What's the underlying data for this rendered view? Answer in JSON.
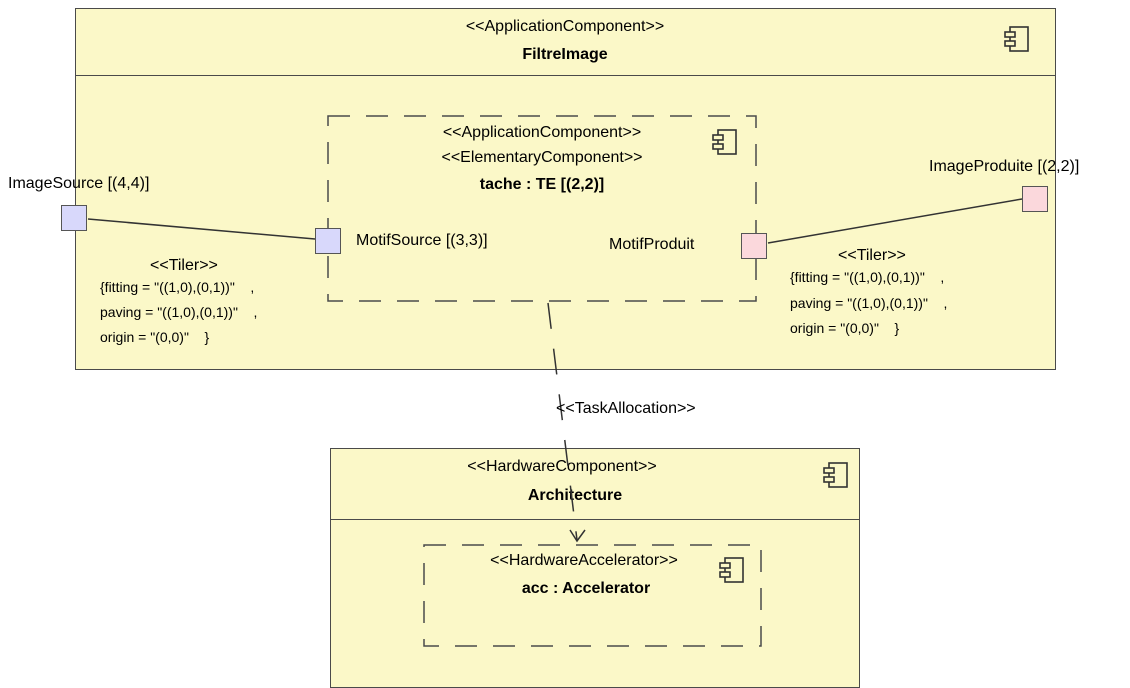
{
  "colors": {
    "component_fill": "#fbf8c8",
    "port_source": "#d8d8fb",
    "port_produced": "#fbd8dc",
    "stroke": "#4a4a4a"
  },
  "filtre": {
    "stereotype": "<<ApplicationComponent>>",
    "name": "FiltreImage",
    "icon": "component-icon"
  },
  "tache": {
    "stereotype1": "<<ApplicationComponent>>",
    "stereotype2": "<<ElementaryComponent>>",
    "name": "tache : TE [(2,2)]",
    "icon": "component-icon"
  },
  "ports": {
    "image_source": "ImageSource [(4,4)]",
    "motif_source": "MotifSource [(3,3)]",
    "motif_produit": "MotifProduit",
    "image_produite": "ImageProduite [(2,2)]"
  },
  "tiler_left": {
    "stereotype": "<<Tiler>>",
    "fitting": "{fitting = \"((1,0),(0,1))\"    ,",
    "paving": "paving = \"((1,0),(0,1))\"    ,",
    "origin": "origin = \"(0,0)\"    }"
  },
  "tiler_right": {
    "stereotype": "<<Tiler>>",
    "fitting": "{fitting = \"((1,0),(0,1))\"    ,",
    "paving": "paving = \"((1,0),(0,1))\"    ,",
    "origin": "origin = \"(0,0)\"    }"
  },
  "allocation": {
    "stereotype": "<<TaskAllocation>>"
  },
  "architecture": {
    "stereotype": "<<HardwareComponent>>",
    "name": "Architecture",
    "icon": "component-icon"
  },
  "accelerator": {
    "stereotype": "<<HardwareAccelerator>>",
    "name": "acc : Accelerator",
    "icon": "component-icon"
  }
}
